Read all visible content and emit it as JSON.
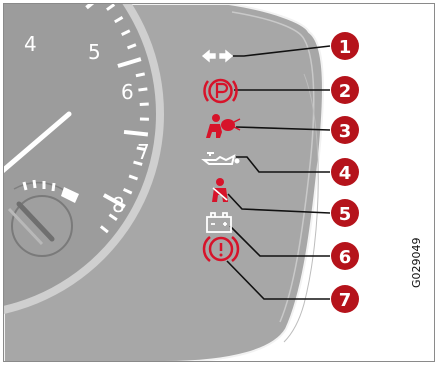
{
  "figure": {
    "figure_code": "G029049",
    "gauge": {
      "tick_numbers": [
        "4",
        "5",
        "6",
        "7",
        "8"
      ]
    },
    "callouts": [
      {
        "number": "1",
        "symbol": "turn-signal-icon"
      },
      {
        "number": "2",
        "symbol": "parking-brake-icon"
      },
      {
        "number": "3",
        "symbol": "airbag-icon"
      },
      {
        "number": "4",
        "symbol": "oil-pressure-icon"
      },
      {
        "number": "5",
        "symbol": "seatbelt-reminder-icon"
      },
      {
        "number": "6",
        "symbol": "battery-charge-icon"
      },
      {
        "number": "7",
        "symbol": "brake-warning-icon"
      }
    ],
    "colors": {
      "panel": "#a5a5a5",
      "gauge_face": "#9c9c9c",
      "indicator_red": "#d7132a",
      "callout_red": "#b5131b",
      "white": "#ffffff"
    }
  }
}
